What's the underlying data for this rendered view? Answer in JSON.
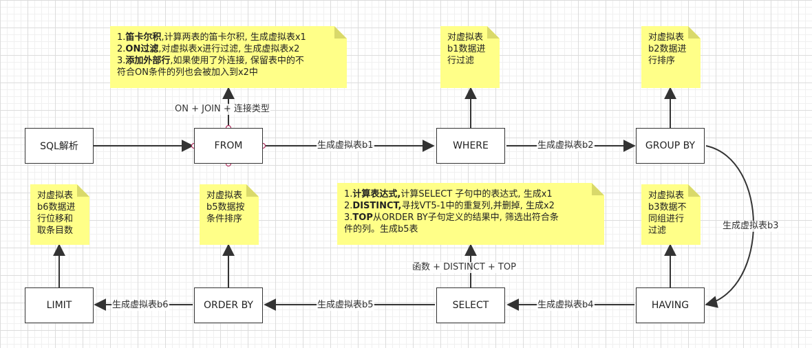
{
  "nodes": {
    "sql_parse": "SQL解析",
    "from": "FROM",
    "where": "WHERE",
    "group_by": "GROUP BY",
    "having": "HAVING",
    "select": "SELECT",
    "order_by": "ORDER BY",
    "limit": "LIMIT"
  },
  "edge_labels": {
    "from_where": "生成虚拟表b1",
    "where_group": "生成虚拟表b2",
    "group_having": "生成虚拟表b3",
    "having_select": "生成虚拟表b4",
    "select_order": "生成虚拟表b5",
    "order_limit": "生成虚拟表b6",
    "from_up": "ON + JOIN + 连接类型",
    "select_up": "函数 + DISTINCT + TOP"
  },
  "notes": {
    "from": [
      {
        "num": "1.",
        "bold": "笛卡尔积",
        "text": ",计算两表的笛卡尔积, 生成虚拟表x1"
      },
      {
        "num": "2.",
        "bold": "ON过滤",
        "text": ",对虚拟表x进行过滤, 生成虚拟表x2"
      },
      {
        "num": "3.",
        "bold": "添加外部行",
        "text": ",如果使用了外连接, 保留表中的不"
      },
      {
        "num": "",
        "bold": "",
        "text": "符合ON条件的列也会被加入到x2中"
      }
    ],
    "where": [
      "对虚拟表",
      "b1数据进",
      "行过滤"
    ],
    "group_by": [
      "对虚拟表",
      "b2数据进",
      "行排序"
    ],
    "having": [
      "对虚拟表",
      "b3数据不",
      "同组进行",
      "过滤"
    ],
    "select": [
      {
        "num": "1.",
        "bold": "计算表达式,",
        "text": "计算SELECT 子句中的表达式, 生成x1"
      },
      {
        "num": "2.",
        "bold": "DISTINCT,",
        "text": "寻找VT5-1中的重复列,并删掉, 生成x2"
      },
      {
        "num": "3.",
        "bold": "TOP",
        "text": "从ORDER BY子句定义的结果中, 筛选出符合条"
      },
      {
        "num": "",
        "bold": "",
        "text": "件的列。生成b5表"
      }
    ],
    "order_by": [
      "对虚拟表",
      "b5数据按",
      "条件排序"
    ],
    "limit": [
      "对虚拟表",
      "b6数据进",
      "行位移和",
      "取条目数"
    ]
  },
  "colors": {
    "note_fill": "#ffff88",
    "line": "#333333",
    "port": "#b03060"
  }
}
